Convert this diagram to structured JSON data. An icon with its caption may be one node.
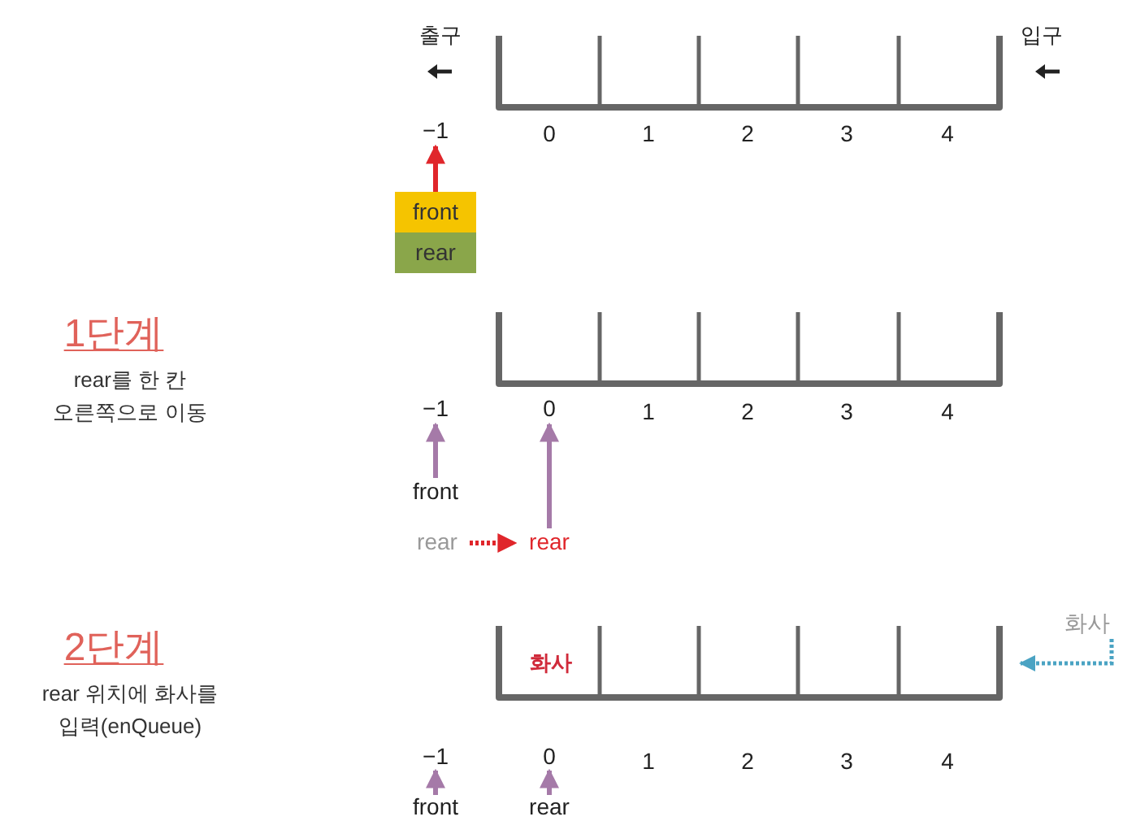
{
  "diagram": {
    "nodes": [
      {
        "text": [
          "−1"
        ]
      },
      {
        "text": [
          "front"
        ]
      },
      {
        "text": [
          "rear"
        ]
      },
      {
        "text": [
          "−1"
        ]
      },
      {
        "text": [
          "0"
        ]
      },
      {
        "text": [
          "front"
        ]
      },
      {
        "text": [
          "rear"
        ]
      },
      {
        "text": [
          "rear"
        ]
      },
      {
        "text": [
          "화사"
        ]
      },
      {
        "text": [
          "−1"
        ]
      },
      {
        "text": [
          "0"
        ]
      },
      {
        "text": [
          "front"
        ]
      },
      {
        "text": [
          "rear"
        ]
      },
      {
        "text": [
          "화사"
        ]
      }
    ],
    "edges": [
      {
        "from": 1,
        "to": 0,
        "arrow": "to",
        "color": "#e0262b"
      },
      {
        "from": 5,
        "to": 3,
        "arrow": "to"
      },
      {
        "from": 7,
        "to": 4,
        "arrow": "to"
      },
      {
        "from": 6,
        "to": 7,
        "arrow": "to",
        "style": "dashed",
        "color": "#e0262b"
      },
      {
        "from": 11,
        "to": 9,
        "arrow": "to"
      },
      {
        "from": 12,
        "to": 10,
        "arrow": "to"
      },
      {
        "from": 13,
        "to": 8,
        "arrow": "to",
        "style": "dashed",
        "color": "#4aa3c3"
      }
    ],
    "labels": [
      "출구",
      "입구",
      "0",
      "1",
      "2",
      "3",
      "4",
      "1단계",
      "rear를 한 칸 오른쪽으로 이동",
      "1",
      "2",
      "3",
      "4",
      "2단계",
      "rear 위치에 화사를 입력(enQueue)",
      "1",
      "2",
      "3",
      "4"
    ]
  }
}
